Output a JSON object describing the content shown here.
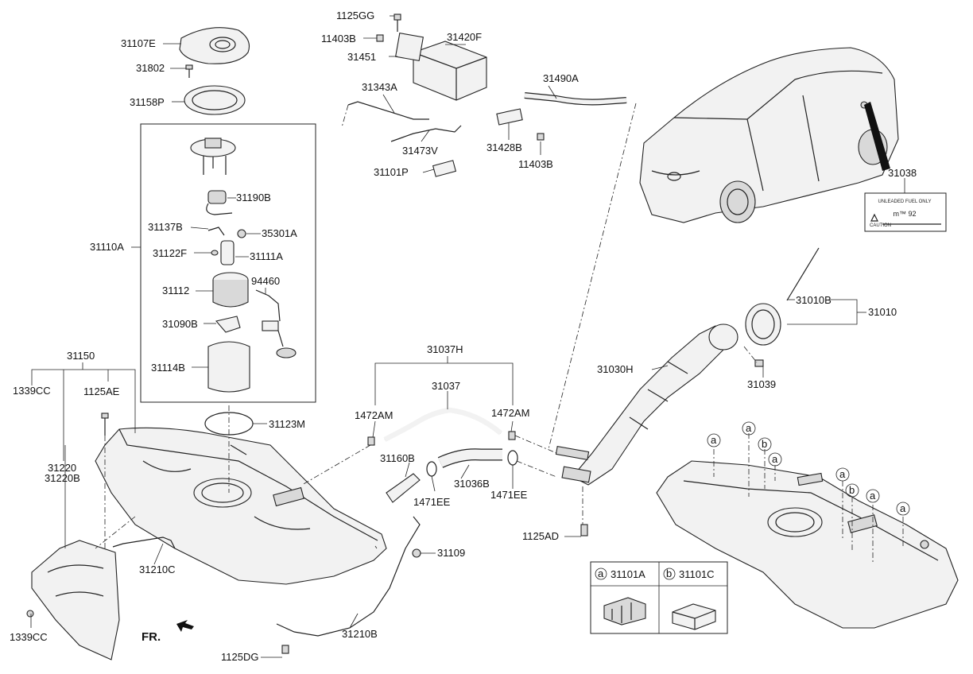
{
  "callouts": {
    "p31107E": "31107E",
    "p31802": "31802",
    "p31158P": "31158P",
    "p1125GG": "1125GG",
    "p11403B_top": "11403B",
    "p31451": "31451",
    "p31420F": "31420F",
    "p31343A": "31343A",
    "p31490A": "31490A",
    "p31473V": "31473V",
    "p31428B": "31428B",
    "p11403B_mid": "11403B",
    "p31101P": "31101P",
    "p31190B": "31190B",
    "p31137B": "31137B",
    "p35301A": "35301A",
    "p31110A": "31110A",
    "p31122F": "31122F",
    "p31111A": "31111A",
    "p94460": "94460",
    "p31112": "31112",
    "p31090B": "31090B",
    "p31114B": "31114B",
    "p31150": "31150",
    "p1339CC_top": "1339CC",
    "p1125AE": "1125AE",
    "p31123M": "31123M",
    "p31220": "31220",
    "p31220B": "31220B",
    "p31210C": "31210C",
    "p1339CC_bot": "1339CC",
    "p31037H": "31037H",
    "p31037": "31037",
    "p1472AM_left": "1472AM",
    "p1472AM_right": "1472AM",
    "p31160B": "31160B",
    "p31036B": "31036B",
    "p1471EE_left": "1471EE",
    "p1471EE_right": "1471EE",
    "p31109": "31109",
    "p31210B": "31210B",
    "p1125DG": "1125DG",
    "p1125AD": "1125AD",
    "p31030H": "31030H",
    "p31039": "31039",
    "p31010B": "31010B",
    "p31010": "31010",
    "p31038": "31038",
    "fr": "FR."
  },
  "fuel_label": {
    "line1": "UNLEADED FUEL ONLY",
    "line2": "m™ 92",
    "caution": "CAUTION"
  },
  "legend": {
    "a_key": "a",
    "a_part": "31101A",
    "b_key": "b",
    "b_part": "31101C"
  },
  "tank_markers": {
    "m1": "a",
    "m2": "a",
    "m3": "b",
    "m4": "a",
    "m5": "a",
    "m6": "b",
    "m7": "a",
    "m8": "a"
  }
}
